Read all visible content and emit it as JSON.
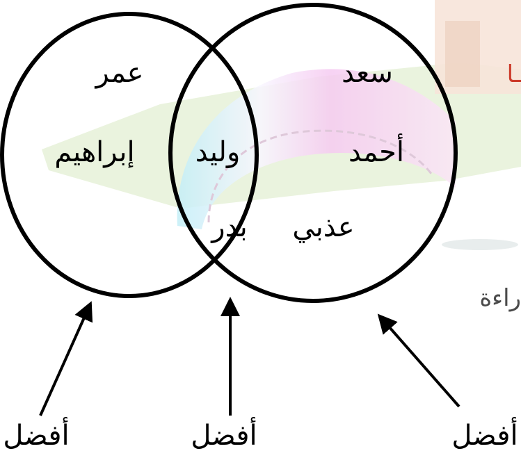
{
  "diagram": {
    "left_only": [
      "عمر",
      "إبراهيم"
    ],
    "intersection": [
      "وليد",
      "بدر"
    ],
    "right_only": [
      "سعد",
      "أحمد",
      "عذبي"
    ],
    "arrow_labels": [
      "أفضل",
      "أفضل",
      "أفضل"
    ]
  },
  "background": {
    "partial_text_right": "راءة",
    "partial_glyph_top_right": "ـا"
  },
  "colors": {
    "circle_stroke": "#000000",
    "arrow": "#000000",
    "watermark_green": "#b9d6a0",
    "watermark_pink": "#f0a8e8",
    "watermark_cyan": "#9be3f2",
    "watermark_tan": "#e8b79a"
  }
}
